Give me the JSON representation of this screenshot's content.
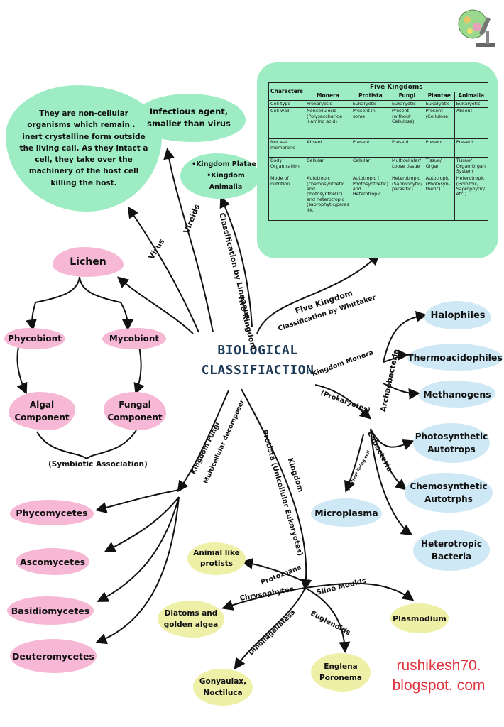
{
  "center": {
    "line1": "BIOLOGICAL",
    "line2": "CLASSIFIACTION"
  },
  "virus": {
    "definition": "They are non-cellular organisms which remain in inert crystalline form outside the living call. As they intact a cell, they take over the machinery of the host cell killing the host.",
    "label": "Virus"
  },
  "vireids": {
    "box": "Infectious agent, smaller than virus",
    "label": "Vireids"
  },
  "two_kingdom": {
    "items": [
      "•Kingdom Platae",
      "•Kingdom Animalia"
    ],
    "label_line1": "Two Kingdom",
    "label_line2": "Classification by Linnaeus"
  },
  "five_kingdom": {
    "label_line1": "Five Kingdom",
    "label_line2": "Classification by Whittaker",
    "table": {
      "title": "Five Kingdoms",
      "characters_header": "Characters",
      "kingdoms": [
        "Monera",
        "Protista",
        "Fungi",
        "Plantae",
        "Animalia"
      ],
      "rows": [
        {
          "name": "Cell type",
          "cells": [
            "Prokaryotic",
            "Eukaryotic",
            "Eukaryotic",
            "Eukaryotic",
            "Eukaryotic"
          ]
        },
        {
          "name": "Cell wall",
          "cells": [
            "Noncellulosic (Polysaccharide +amino acid)",
            "Present in some",
            "Present (without Cellulose)",
            "Present (Cellulose)",
            "Absent"
          ]
        },
        {
          "name": "Nuclear membrane",
          "cells": [
            "Absent",
            "Present",
            "Present",
            "Present",
            "Present"
          ]
        },
        {
          "name": "Body Organisation",
          "cells": [
            "Cellular",
            "Cellular",
            "Multicellular/ Loose tissue",
            "Tissue/ Organ",
            "Tissue/ Organ Organ System"
          ]
        },
        {
          "name": "Mode of nutrition",
          "cells": [
            "Autotropic (chemosynthetic and photosynthetic) and heterotropic (saprophytic/paras itic",
            "Autotropic ( Photosynthetic) and Heterotropic",
            "Heterotropic (Saprophytic/ parasitic)",
            "Autotropic (Photosyn- thetic)",
            "Heterotropic (Holozoic/ Saprophytic/ etc.)"
          ]
        }
      ]
    }
  },
  "lichen": {
    "title": "Lichen",
    "phycobiont": "Phycobiont",
    "mycobiont": "Mycobiont",
    "algal": "Algal Component",
    "fungal": "Fungal Component",
    "association": "(Symbiotic Association)"
  },
  "monera": {
    "label_line1": "Kingdom Monera",
    "label_line2": "(Prokaryotes)",
    "archaebacteria": "Archaebacteria",
    "eubacteria": "Eubacteria",
    "halophiles": "Halophiles",
    "thermo": "Thermoacidophiles",
    "methanogens": "Methanogens",
    "photo": "Photosynthetic Autotrops",
    "chemo": "Chemosynthetic Autotrphs",
    "hetero": "Heterotropic Bacteria",
    "micro": "Microplasma",
    "smallest": "Smallest living cell"
  },
  "fungi": {
    "label_line1": "Kingdom Fungi",
    "label_line2": "Multicellular decomposer",
    "items": [
      "Phycomycetes",
      "Ascomycetes",
      "Basidiomycetes",
      "Deuteromycetes"
    ]
  },
  "protista": {
    "label_line1": "Kingdom",
    "label_line2": "Protista (Unicellular Eukaryotes)",
    "protozoans": "Protozoans",
    "animal_like": "Animal like protists",
    "chrysophytes": "Chrysophytes",
    "diatoms": "Diatoms and golden algea",
    "dinoflagellates": "Dinoflagellatesa",
    "gonyaulax": "Gonyaulax, Noctiluca",
    "euglenoids": "Euglenoids",
    "englena": "Englena Poronema",
    "slime": "Sline Moulds",
    "plasmodium": "Plasmodium"
  },
  "watermark": {
    "line1": "rushikesh70.",
    "line2": "blogspot. com"
  },
  "colors": {
    "pink": "#f6b8d4",
    "blue": "#cfe8f6",
    "yellow": "#eef0a8",
    "green": "#9eecc4",
    "watermark": "#e0343f",
    "title": "#1d3a56"
  }
}
